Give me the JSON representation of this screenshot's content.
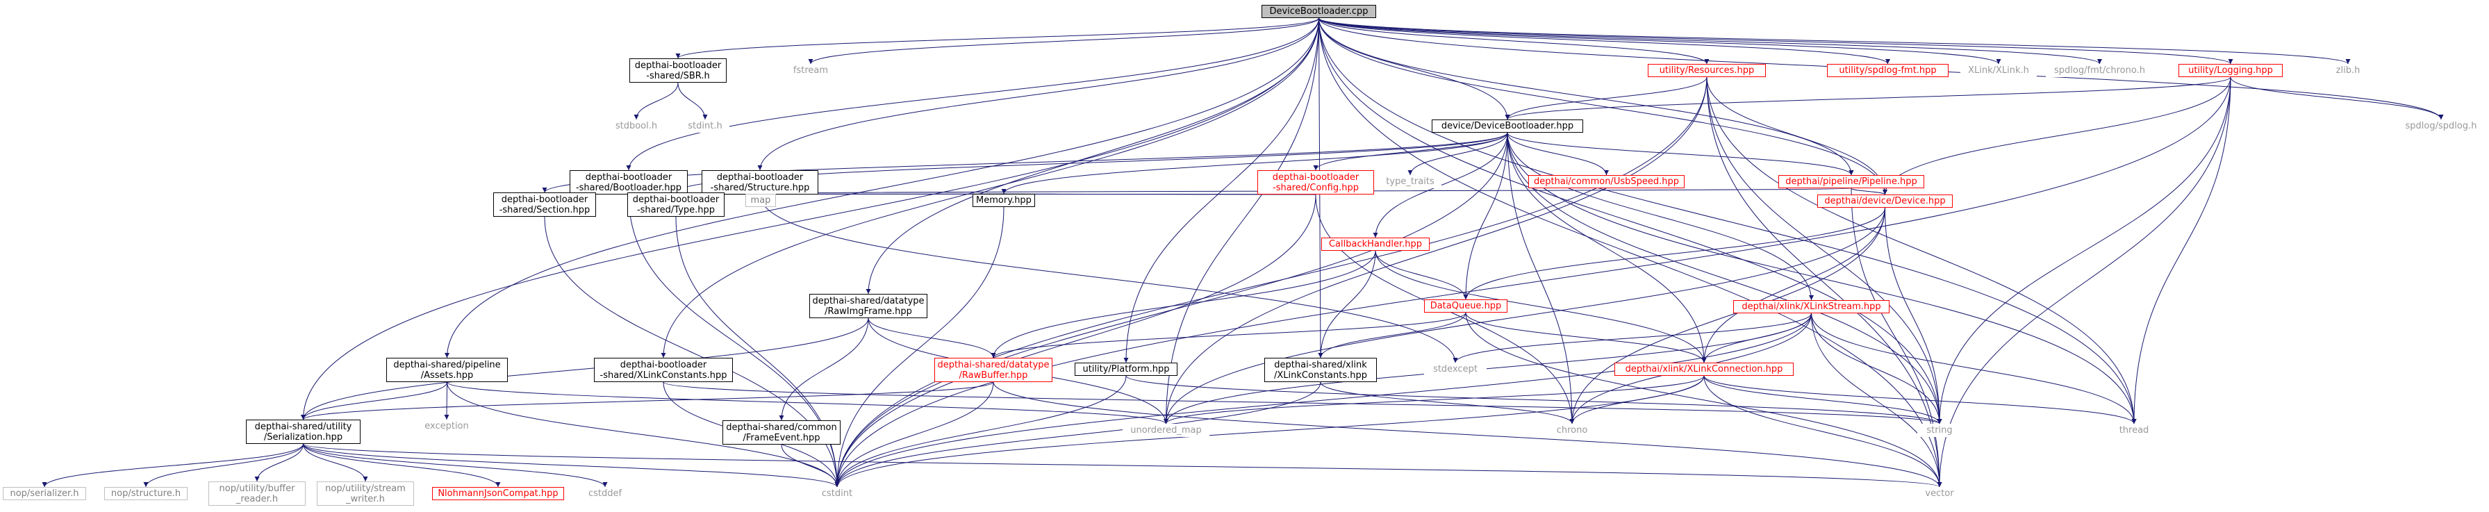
{
  "diagram": {
    "colors": {
      "edge": "#191970",
      "local_header_border": "#000000",
      "linked_header_border": "#ff0000",
      "system_header_text": "#999999",
      "root_fill": "#bfbfbf"
    },
    "nodes": [
      {
        "id": "root",
        "label": "DeviceBootloader.cpp",
        "kind": "root"
      },
      {
        "id": "sbr",
        "label": "depthai-bootloader\n-shared/SBR.h",
        "kind": "local"
      },
      {
        "id": "fstream",
        "label": "fstream",
        "kind": "system"
      },
      {
        "id": "resources",
        "label": "utility/Resources.hpp",
        "kind": "linked"
      },
      {
        "id": "spdlogfmt",
        "label": "utility/spdlog-fmt.hpp",
        "kind": "linked"
      },
      {
        "id": "xlinkh",
        "label": "XLink/XLink.h",
        "kind": "system"
      },
      {
        "id": "fmtchrono",
        "label": "spdlog/fmt/chrono.h",
        "kind": "system"
      },
      {
        "id": "logging",
        "label": "utility/Logging.hpp",
        "kind": "linked"
      },
      {
        "id": "zlib",
        "label": "zlib.h",
        "kind": "system"
      },
      {
        "id": "stdbool",
        "label": "stdbool.h",
        "kind": "system"
      },
      {
        "id": "stdint",
        "label": "stdint.h",
        "kind": "system"
      },
      {
        "id": "devbl",
        "label": "device/DeviceBootloader.hpp",
        "kind": "local"
      },
      {
        "id": "spdlogh",
        "label": "spdlog/spdlog.h",
        "kind": "system"
      },
      {
        "id": "blhpp",
        "label": "depthai-bootloader\n-shared/Bootloader.hpp",
        "kind": "local"
      },
      {
        "id": "structure",
        "label": "depthai-bootloader\n-shared/Structure.hpp",
        "kind": "local"
      },
      {
        "id": "config",
        "label": "depthai-bootloader\n-shared/Config.hpp",
        "kind": "linked"
      },
      {
        "id": "typetraits",
        "label": "type_traits",
        "kind": "system"
      },
      {
        "id": "usbspeed",
        "label": "depthai/common/UsbSpeed.hpp",
        "kind": "linked"
      },
      {
        "id": "pipeline",
        "label": "depthai/pipeline/Pipeline.hpp",
        "kind": "linked"
      },
      {
        "id": "map",
        "label": "map",
        "kind": "system"
      },
      {
        "id": "section",
        "label": "depthai-bootloader\n-shared/Section.hpp",
        "kind": "local"
      },
      {
        "id": "typehpp",
        "label": "depthai-bootloader\n-shared/Type.hpp",
        "kind": "local"
      },
      {
        "id": "memory",
        "label": "Memory.hpp",
        "kind": "local"
      },
      {
        "id": "callback",
        "label": "CallbackHandler.hpp",
        "kind": "linked"
      },
      {
        "id": "device",
        "label": "depthai/device/Device.hpp",
        "kind": "linked"
      },
      {
        "id": "rawimg",
        "label": "depthai-shared/datatype\n/RawImgFrame.hpp",
        "kind": "local"
      },
      {
        "id": "dataqueue",
        "label": "DataQueue.hpp",
        "kind": "linked"
      },
      {
        "id": "xlinkstream",
        "label": "depthai/xlink/XLinkStream.hpp",
        "kind": "linked"
      },
      {
        "id": "assets",
        "label": "depthai-shared/pipeline\n/Assets.hpp",
        "kind": "local"
      },
      {
        "id": "xlconstbl",
        "label": "depthai-bootloader\n-shared/XLinkConstants.hpp",
        "kind": "local"
      },
      {
        "id": "rawbuffer",
        "label": "depthai-shared/datatype\n/RawBuffer.hpp",
        "kind": "linked"
      },
      {
        "id": "platform",
        "label": "utility/Platform.hpp",
        "kind": "local"
      },
      {
        "id": "xlconstsh",
        "label": "depthai-shared/xlink\n/XLinkConstants.hpp",
        "kind": "local"
      },
      {
        "id": "stdexcept",
        "label": "stdexcept",
        "kind": "system"
      },
      {
        "id": "xlinkconn",
        "label": "depthai/xlink/XLinkConnection.hpp",
        "kind": "linked"
      },
      {
        "id": "exception",
        "label": "exception",
        "kind": "system"
      },
      {
        "id": "serialization",
        "label": "depthai-shared/utility\n/Serialization.hpp",
        "kind": "local"
      },
      {
        "id": "unordered",
        "label": "unordered_map",
        "kind": "system"
      },
      {
        "id": "chrono",
        "label": "chrono",
        "kind": "system"
      },
      {
        "id": "string",
        "label": "string",
        "kind": "system"
      },
      {
        "id": "thread",
        "label": "thread",
        "kind": "system"
      },
      {
        "id": "frameevent",
        "label": "depthai-shared/common\n/FrameEvent.hpp",
        "kind": "local"
      },
      {
        "id": "nopser",
        "label": "nop/serializer.h",
        "kind": "grey"
      },
      {
        "id": "nopstruct",
        "label": "nop/structure.h",
        "kind": "grey"
      },
      {
        "id": "nopbufr",
        "label": "nop/utility/buffer\n_reader.h",
        "kind": "grey"
      },
      {
        "id": "nopstreamw",
        "label": "nop/utility/stream\n_writer.h",
        "kind": "grey"
      },
      {
        "id": "nlohmann",
        "label": "NlohmannJsonCompat.hpp",
        "kind": "linked"
      },
      {
        "id": "cstddef",
        "label": "cstddef",
        "kind": "system"
      },
      {
        "id": "cstdint",
        "label": "cstdint",
        "kind": "system"
      },
      {
        "id": "vector",
        "label": "vector",
        "kind": "system"
      }
    ],
    "edges": [
      [
        "root",
        "sbr"
      ],
      [
        "root",
        "fstream"
      ],
      [
        "root",
        "resources"
      ],
      [
        "root",
        "spdlogfmt"
      ],
      [
        "root",
        "xlinkh"
      ],
      [
        "root",
        "fmtchrono"
      ],
      [
        "root",
        "logging"
      ],
      [
        "root",
        "zlib"
      ],
      [
        "root",
        "spdlogh"
      ],
      [
        "root",
        "devbl"
      ],
      [
        "root",
        "blhpp"
      ],
      [
        "root",
        "structure"
      ],
      [
        "root",
        "assets"
      ],
      [
        "root",
        "serialization"
      ],
      [
        "root",
        "rawimg"
      ],
      [
        "root",
        "xlconstbl"
      ],
      [
        "root",
        "platform"
      ],
      [
        "root",
        "xlconstsh"
      ],
      [
        "root",
        "pipeline"
      ],
      [
        "root",
        "device"
      ],
      [
        "root",
        "unordered"
      ],
      [
        "root",
        "thread"
      ],
      [
        "root",
        "string"
      ],
      [
        "root",
        "vector"
      ],
      [
        "sbr",
        "stdbool"
      ],
      [
        "sbr",
        "stdint"
      ],
      [
        "resources",
        "devbl"
      ],
      [
        "resources",
        "unordered"
      ],
      [
        "resources",
        "cstdint"
      ],
      [
        "resources",
        "thread"
      ],
      [
        "resources",
        "string"
      ],
      [
        "resources",
        "vector"
      ],
      [
        "resources",
        "device"
      ],
      [
        "logging",
        "spdlogh"
      ],
      [
        "logging",
        "devbl"
      ],
      [
        "logging",
        "device"
      ],
      [
        "logging",
        "thread"
      ],
      [
        "logging",
        "string"
      ],
      [
        "logging",
        "vector"
      ],
      [
        "logging",
        "cstdint"
      ],
      [
        "devbl",
        "config"
      ],
      [
        "devbl",
        "typetraits"
      ],
      [
        "devbl",
        "usbspeed"
      ],
      [
        "devbl",
        "pipeline"
      ],
      [
        "devbl",
        "memory"
      ],
      [
        "devbl",
        "section"
      ],
      [
        "devbl",
        "typehpp"
      ],
      [
        "devbl",
        "callback"
      ],
      [
        "devbl",
        "dataqueue"
      ],
      [
        "devbl",
        "xlinkstream"
      ],
      [
        "devbl",
        "xlinkconn"
      ],
      [
        "devbl",
        "thread"
      ],
      [
        "devbl",
        "string"
      ],
      [
        "devbl",
        "chrono"
      ],
      [
        "devbl",
        "cstdint"
      ],
      [
        "blhpp",
        "section"
      ],
      [
        "blhpp",
        "typehpp"
      ],
      [
        "blhpp",
        "map"
      ],
      [
        "blhpp",
        "memory"
      ],
      [
        "blhpp",
        "cstdint"
      ],
      [
        "structure",
        "section"
      ],
      [
        "structure",
        "typehpp"
      ],
      [
        "structure",
        "map"
      ],
      [
        "structure",
        "stdexcept"
      ],
      [
        "config",
        "map"
      ],
      [
        "config",
        "memory"
      ],
      [
        "config",
        "chrono"
      ],
      [
        "config",
        "cstdint"
      ],
      [
        "pipeline",
        "device"
      ],
      [
        "pipeline",
        "map"
      ],
      [
        "pipeline",
        "vector"
      ],
      [
        "section",
        "cstdint"
      ],
      [
        "typehpp",
        "cstdint"
      ],
      [
        "memory",
        "cstdint"
      ],
      [
        "callback",
        "dataqueue"
      ],
      [
        "callback",
        "xlinkconn"
      ],
      [
        "callback",
        "xlconstsh"
      ],
      [
        "callback",
        "rawbuffer"
      ],
      [
        "device",
        "dataqueue"
      ],
      [
        "device",
        "xlinkconn"
      ],
      [
        "device",
        "unordered"
      ],
      [
        "device",
        "string"
      ],
      [
        "device",
        "chrono"
      ],
      [
        "rawimg",
        "rawbuffer"
      ],
      [
        "rawimg",
        "serialization"
      ],
      [
        "rawimg",
        "frameevent"
      ],
      [
        "rawimg",
        "unordered"
      ],
      [
        "dataqueue",
        "rawbuffer"
      ],
      [
        "dataqueue",
        "xlconstsh"
      ],
      [
        "dataqueue",
        "xlinkconn"
      ],
      [
        "dataqueue",
        "vector"
      ],
      [
        "xlinkstream",
        "xlinkconn"
      ],
      [
        "xlinkstream",
        "stdexcept"
      ],
      [
        "xlinkstream",
        "string"
      ],
      [
        "xlinkstream",
        "chrono"
      ],
      [
        "xlinkstream",
        "thread"
      ],
      [
        "xlinkstream",
        "vector"
      ],
      [
        "xlinkstream",
        "cstdint"
      ],
      [
        "xlinkstream",
        "unordered"
      ],
      [
        "assets",
        "serialization"
      ],
      [
        "assets",
        "exception"
      ],
      [
        "assets",
        "unordered"
      ],
      [
        "assets",
        "cstdint"
      ],
      [
        "xlconstbl",
        "string"
      ],
      [
        "xlconstbl",
        "cstdint"
      ],
      [
        "rawbuffer",
        "serialization"
      ],
      [
        "rawbuffer",
        "cstdint"
      ],
      [
        "rawbuffer",
        "vector"
      ],
      [
        "platform",
        "string"
      ],
      [
        "platform",
        "cstdint"
      ],
      [
        "xlconstsh",
        "chrono"
      ],
      [
        "xlconstsh",
        "cstdint"
      ],
      [
        "xlinkconn",
        "unordered"
      ],
      [
        "xlinkconn",
        "string"
      ],
      [
        "xlinkconn",
        "chrono"
      ],
      [
        "xlinkconn",
        "thread"
      ],
      [
        "xlinkconn",
        "vector"
      ],
      [
        "xlinkconn",
        "cstdint"
      ],
      [
        "serialization",
        "nopser"
      ],
      [
        "serialization",
        "nopstruct"
      ],
      [
        "serialization",
        "nopbufr"
      ],
      [
        "serialization",
        "nopstreamw"
      ],
      [
        "serialization",
        "nlohmann"
      ],
      [
        "serialization",
        "cstddef"
      ],
      [
        "serialization",
        "cstdint"
      ],
      [
        "serialization",
        "vector"
      ],
      [
        "frameevent",
        "cstdint"
      ]
    ]
  }
}
